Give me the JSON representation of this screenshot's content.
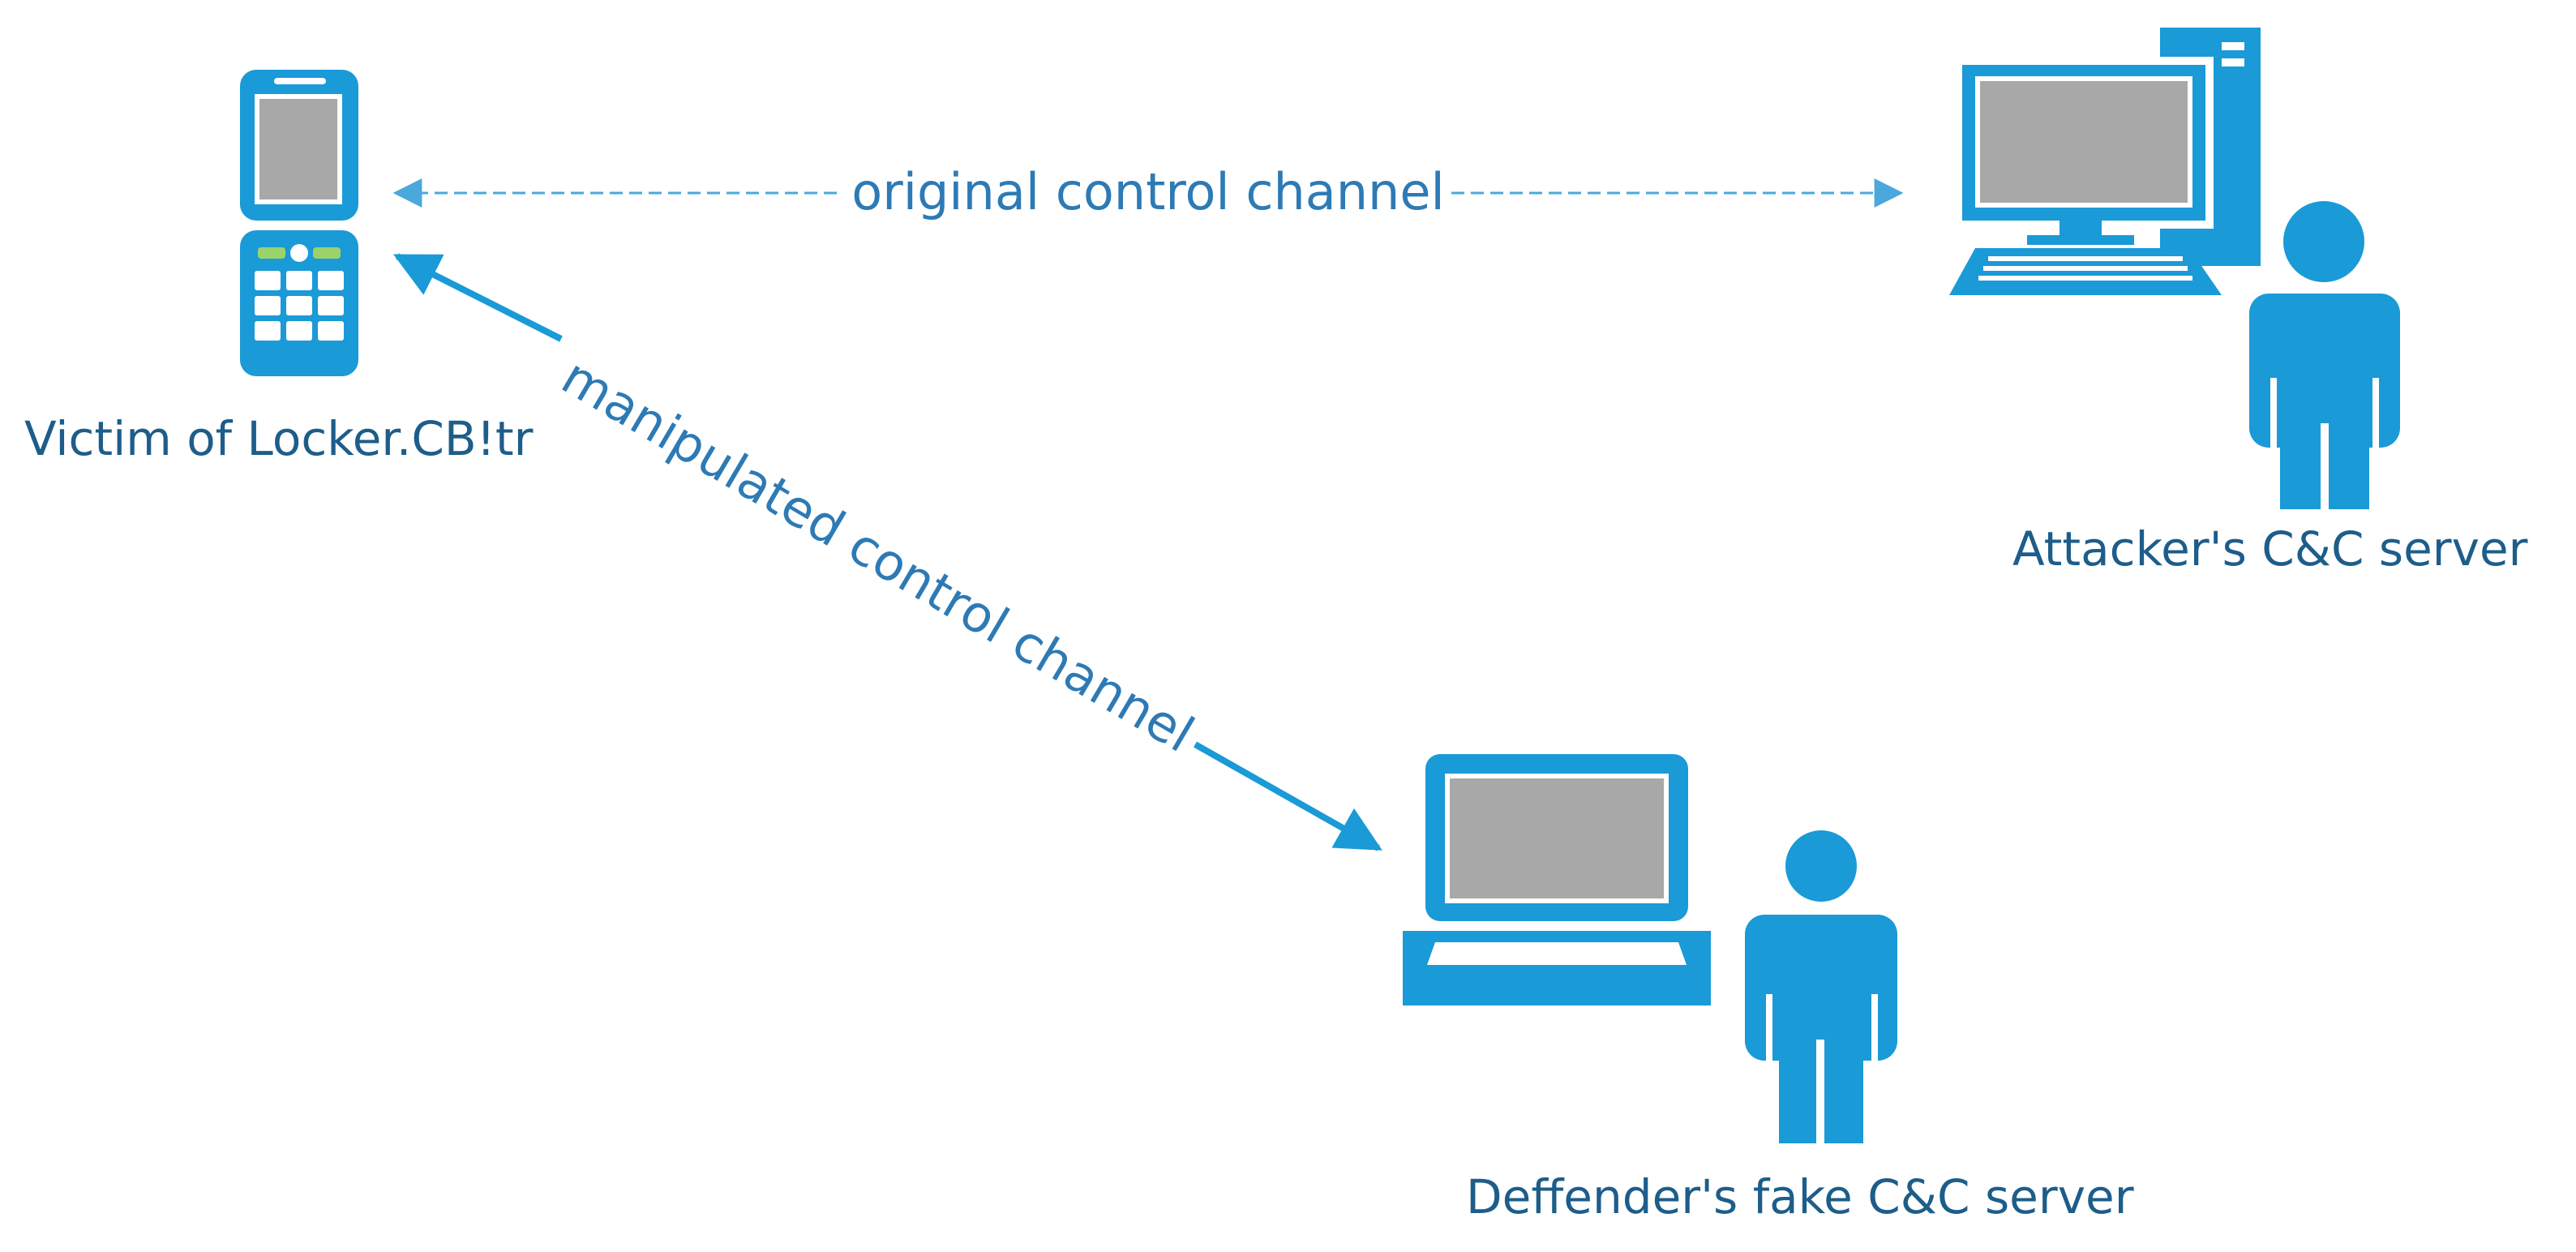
{
  "colors": {
    "icon_blue": "#1a9ad7",
    "screen_gray": "#a8a8a8",
    "label_dark_blue": "#1d5d8a",
    "channel_blue": "#2d7ab5",
    "phone_key_green": "#9bd36a"
  },
  "nodes": {
    "victim": {
      "label": "Victim of Locker.CB!tr",
      "icon": "flip-phone-icon"
    },
    "attacker": {
      "label": "Attacker's C&C server",
      "icon": "desktop-computer-icon",
      "person_icon": "person-icon"
    },
    "defender": {
      "label": "Deffender's fake C&C server",
      "icon": "laptop-icon",
      "person_icon": "person-icon"
    }
  },
  "edges": {
    "original": {
      "label": "original control channel",
      "style": "dashed",
      "direction": "bidirectional"
    },
    "manipulated": {
      "label": "manipulated control channel",
      "style": "solid",
      "direction": "bidirectional"
    }
  }
}
